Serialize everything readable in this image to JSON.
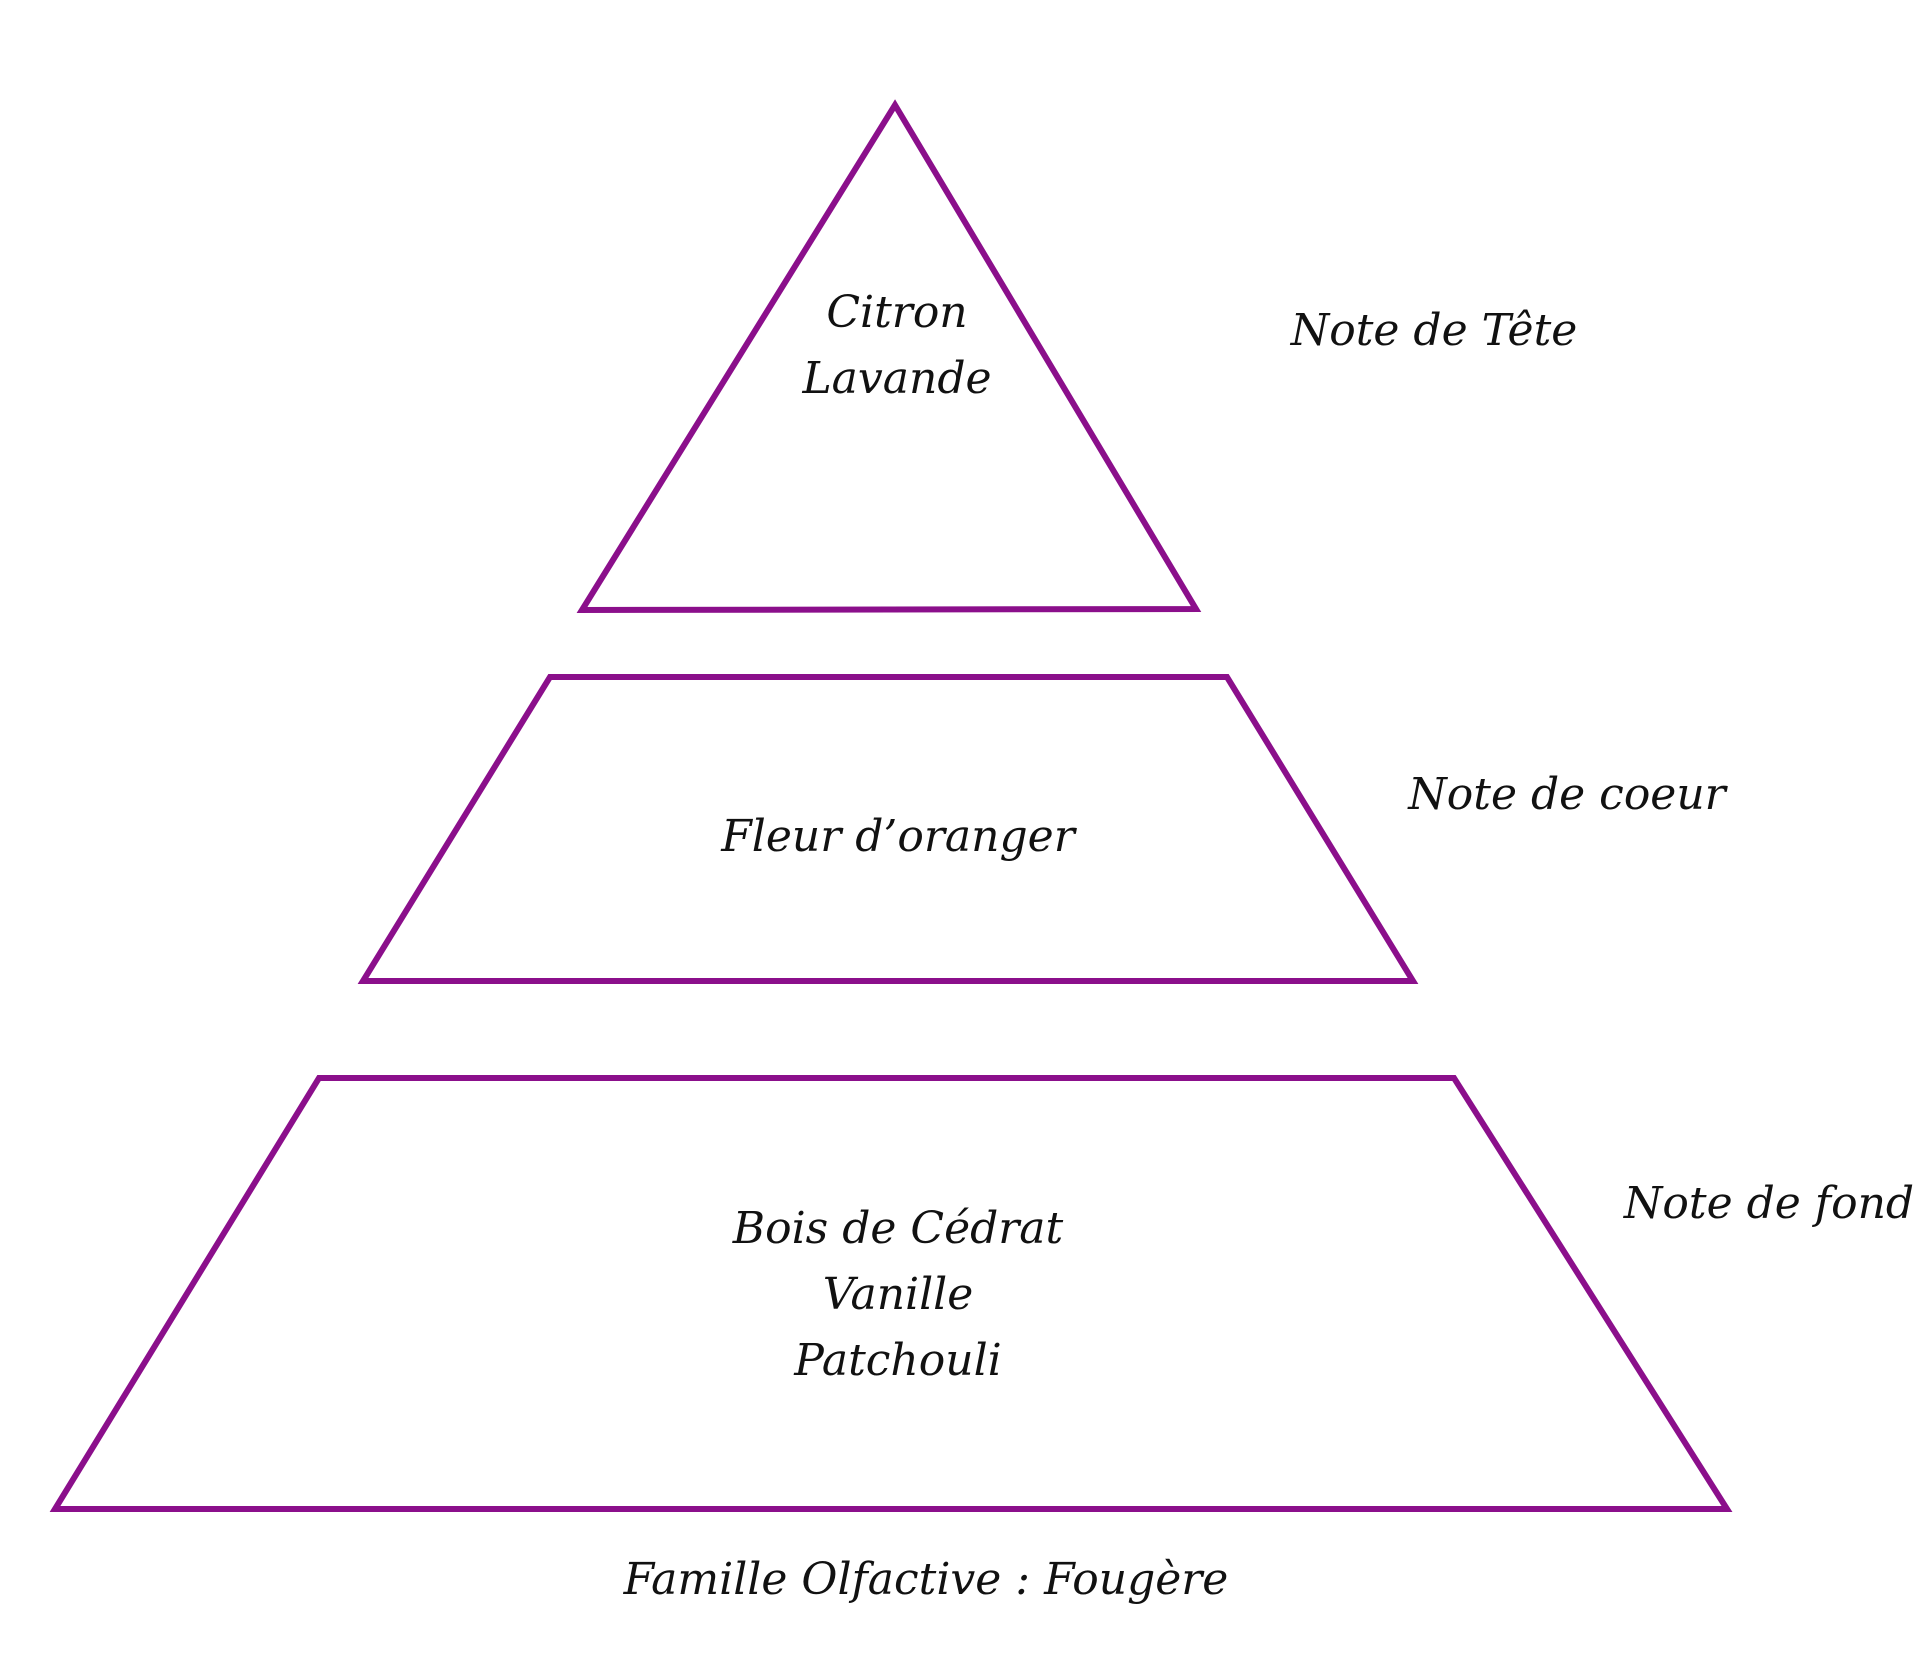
{
  "title": "Famille Olfactive : Fougère",
  "stroke_color": "#8b0f8b",
  "tiers": [
    {
      "label": "Note de Tête",
      "notes": [
        "Citron",
        "Lavande"
      ]
    },
    {
      "label": "Note de coeur",
      "notes": [
        "Fleur d’oranger"
      ]
    },
    {
      "label": "Note de fond",
      "notes": [
        "Bois de Cédrat",
        "Vanille",
        "Patchouli"
      ]
    }
  ]
}
